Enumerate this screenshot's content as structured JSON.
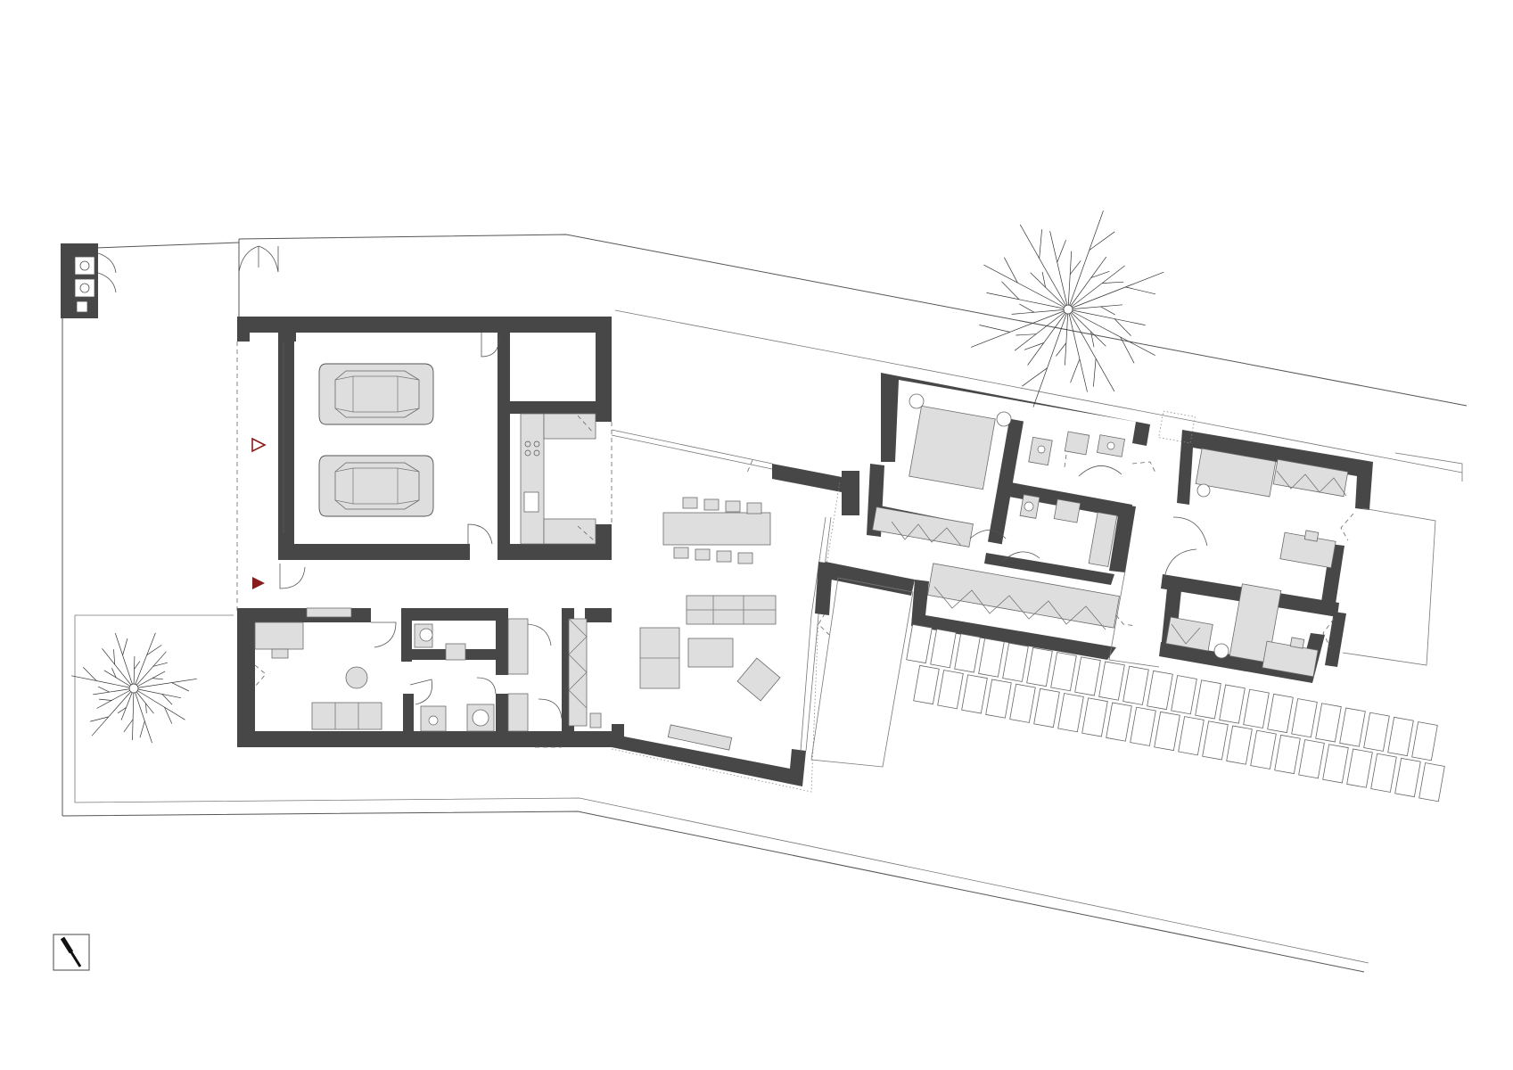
{
  "drawing": {
    "kind": "floor plan",
    "colors": {
      "wall": "#474747",
      "furniture": "#dedede",
      "line": "#555555",
      "entrance_marker": "#8b1a1a"
    },
    "icons": [
      "north-arrow-icon",
      "tree-icon",
      "car-icon",
      "entrance-arrow-icon",
      "meter-cabinet-icon"
    ],
    "entrance_markers": 2,
    "trees": 2,
    "cars": 2,
    "paving_rows": 2
  }
}
